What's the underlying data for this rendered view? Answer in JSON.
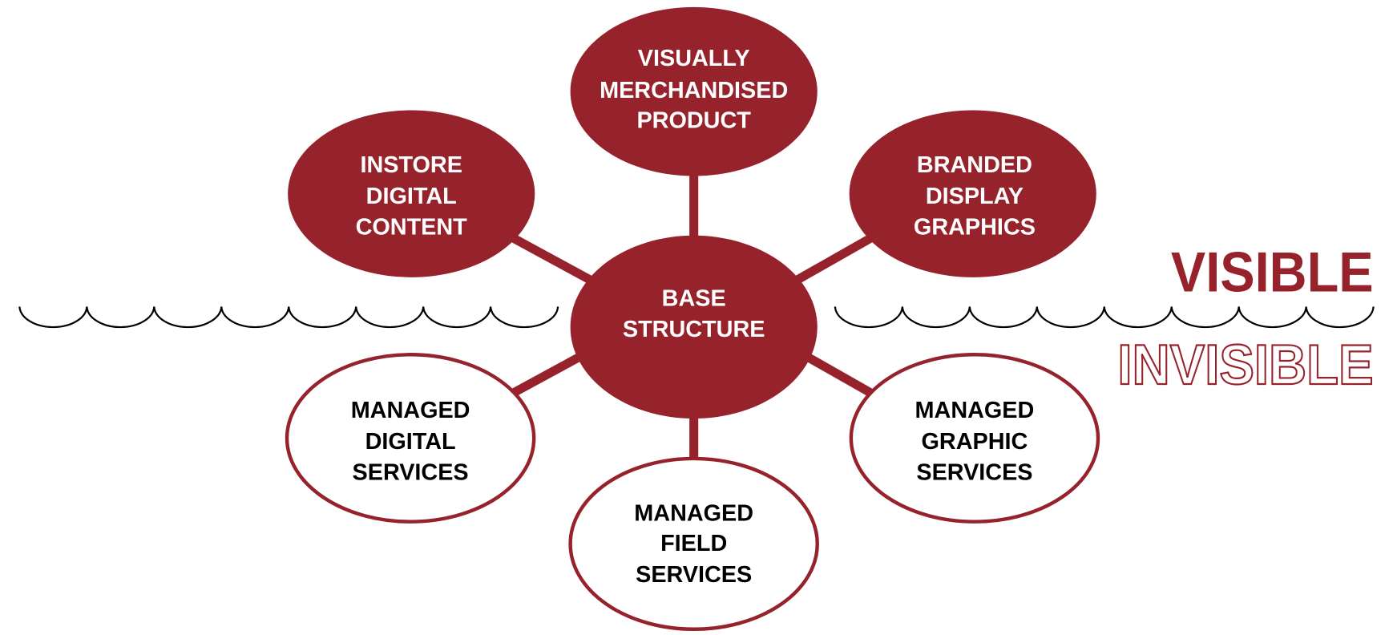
{
  "colors": {
    "accent": "#96232c",
    "outline_text": "#96232c"
  },
  "nodes": {
    "center": [
      "BASE",
      "STRUCTURE"
    ],
    "top": [
      "VISUALLY",
      "MERCHANDISED",
      "PRODUCT"
    ],
    "upper_left": [
      "INSTORE",
      "DIGITAL",
      "CONTENT"
    ],
    "upper_right": [
      "BRANDED",
      "DISPLAY",
      "GRAPHICS"
    ],
    "lower_left": [
      "MANAGED",
      "DIGITAL",
      "SERVICES"
    ],
    "lower_right": [
      "MANAGED",
      "GRAPHIC",
      "SERVICES"
    ],
    "bottom": [
      "MANAGED",
      "FIELD",
      "SERVICES"
    ]
  },
  "labels": {
    "visible": "VISIBLE",
    "invisible": "INVISIBLE"
  }
}
